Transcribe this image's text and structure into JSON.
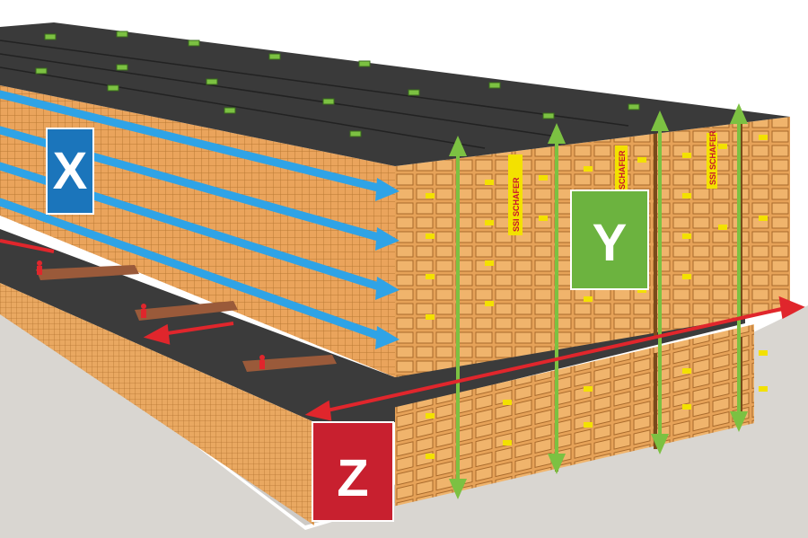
{
  "axes": {
    "x": {
      "letter": "X",
      "color": "#1b75bb"
    },
    "y": {
      "letter": "Y",
      "color": "#6cb33f"
    },
    "z": {
      "letter": "Z",
      "color": "#c8202f"
    }
  },
  "brand": {
    "text": "SSI SCHAFER"
  },
  "colors": {
    "roof": "#3a3a3a",
    "shelving": "#e9a35a",
    "shelving_dark": "#c98840",
    "floor": "#d8d5d0",
    "x_arrow": "#2fa3e6",
    "y_arrow": "#7cc142",
    "z_arrow": "#e0262c",
    "bin": "#f1e300"
  }
}
